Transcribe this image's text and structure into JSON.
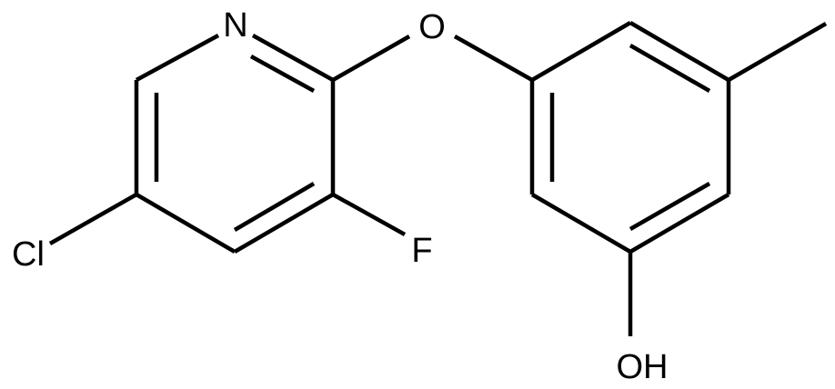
{
  "molecule": {
    "atoms": {
      "N": "N",
      "O_ether": "O",
      "Cl": "Cl",
      "F": "F",
      "OH": "OH"
    }
  },
  "colors": {
    "bond": "#000000",
    "label": "#000000",
    "background": "#ffffff"
  }
}
